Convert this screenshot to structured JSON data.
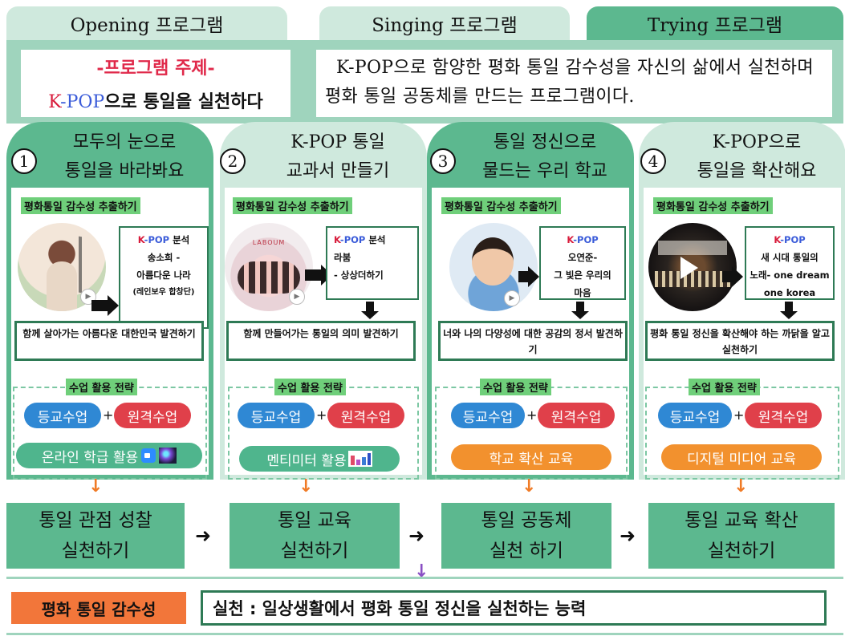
{
  "tabs": [
    "Opening 프로그램",
    "Singing 프로그램",
    "Trying 프로그램"
  ],
  "theme": {
    "heading": "-프로그램 주제-",
    "slogan_k": "K",
    "slogan_pop": "-POP",
    "slogan_rest": "으로 통일을 실천하다",
    "description": "K-POP으로 함양한 평화 통일 감수성을 자신의 삶에서 실천하며 평화 통일 공동체를 만드는 프로그램이다."
  },
  "columns": [
    {
      "num": "1",
      "title1": "모두의 눈으로",
      "title2": "통일을 바라봐요",
      "highlight": "평화통일 감수성 추출하기",
      "k": "K",
      "pop": "-POP",
      "label_rest": " 분석",
      "song": [
        "송소희 -",
        "아름다운 나라",
        "(레인보우 합창단)"
      ],
      "result": "함께 살아가는 아름다운 대한민국 발견하기",
      "strategy": "수업 활용 전략",
      "pill1": "등교수업",
      "pill2": "원격수업",
      "pill3": "온라인 학급 활용",
      "outcome1": "통일 관점 성찰",
      "outcome2": "실천하기"
    },
    {
      "num": "2",
      "title1": "K-POP 통일",
      "title2": "교과서 만들기",
      "highlight": "평화통일 감수성 추출하기",
      "k": "K",
      "pop": "-POP",
      "label_rest": " 분석",
      "song": [
        "라붐",
        "- 상상더하기"
      ],
      "photo_text": "LABOUM",
      "result": "함께 만들어가는 통일의 의미 발견하기",
      "strategy": "수업 활용 전략",
      "pill1": "등교수업",
      "pill2": "원격수업",
      "pill3": "멘티미터 활용",
      "outcome1": "통일 교육",
      "outcome2": "실천하기"
    },
    {
      "num": "3",
      "title1": "통일 정신으로",
      "title2": "물드는 우리 학교",
      "highlight": "평화통일 감수성 추출하기",
      "k": "K",
      "pop": "-POP",
      "label_rest": "",
      "song": [
        "오연준-",
        "그 빛은 우리의",
        "마음"
      ],
      "result": "너와 나의 다양성에 대한 공감의 정서 발견하기",
      "strategy": "수업 활용 전략",
      "pill1": "등교수업",
      "pill2": "원격수업",
      "pill3": "학교 확산 교육",
      "outcome1": "통일 공동체",
      "outcome2": "실천 하기"
    },
    {
      "num": "4",
      "title1": "K-POP으로",
      "title2": "통일을 확산해요",
      "highlight": "평화통일 감수성 추출하기",
      "k": "K",
      "pop": "-POP",
      "label_rest": "",
      "song": [
        "새 시대 통일의",
        "노래- one dream",
        "one korea"
      ],
      "result": "평화 통일 정신을 확산해야 하는 까닭을 알고 실천하기",
      "strategy": "수업 활용 전략",
      "pill1": "등교수업",
      "pill2": "원격수업",
      "pill3": "디지털 미디어 교육",
      "outcome1": "통일 교육 확산",
      "outcome2": "실천하기"
    }
  ],
  "plus": "+",
  "bottom": {
    "badge": "평화 통일 감수성",
    "definition": "실천 : 일상생활에서 평화 통일 정신을 실천하는 능력"
  },
  "colors": {
    "tab_light": "#cfe9dd",
    "tab_mid": "#b5dfcb",
    "tab_dark": "#5cb88f",
    "band": "#9fd4bd",
    "outcome": "#5cb88f",
    "badge": "#f2763a",
    "arrow_down": "#f07b26",
    "arrow_purple": "#8a4fc4"
  }
}
